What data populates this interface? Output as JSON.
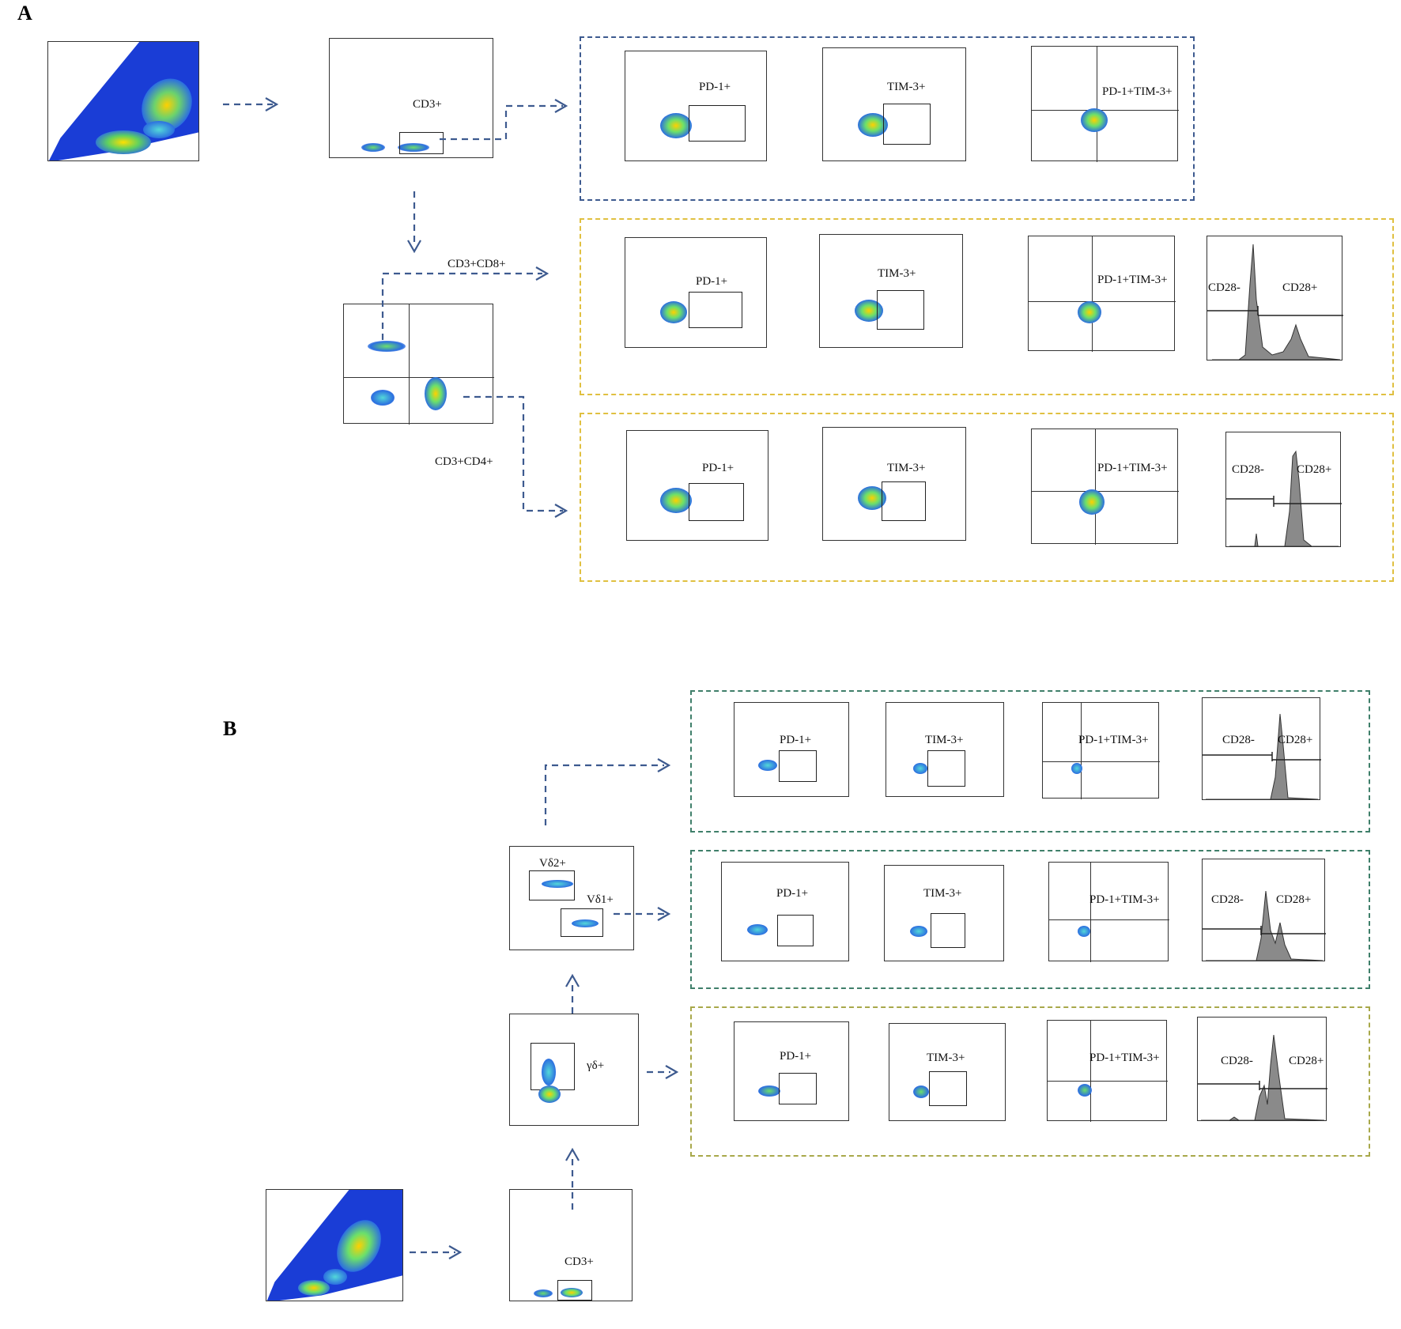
{
  "panels": {
    "a": "A",
    "b": "B"
  },
  "colors": {
    "blue_box": "#3d5a8f",
    "yellow_box": "#e0c040",
    "green_box": "#3f7f6a",
    "olive_box": "#a8a84a",
    "arrow": "#3d5a8f"
  },
  "labels": {
    "cd3": "CD3+",
    "cd3cd8": "CD3+CD8+",
    "cd3cd4": "CD3+CD4+",
    "pd1": "PD-1+",
    "tim3": "TIM-3+",
    "pd1tim3": "PD-1+TIM-3+",
    "cd28neg": "CD28-",
    "cd28pos": "CD28+",
    "vd2": "Vδ2+",
    "vd1": "Vδ1+",
    "gd": "γδ+"
  }
}
